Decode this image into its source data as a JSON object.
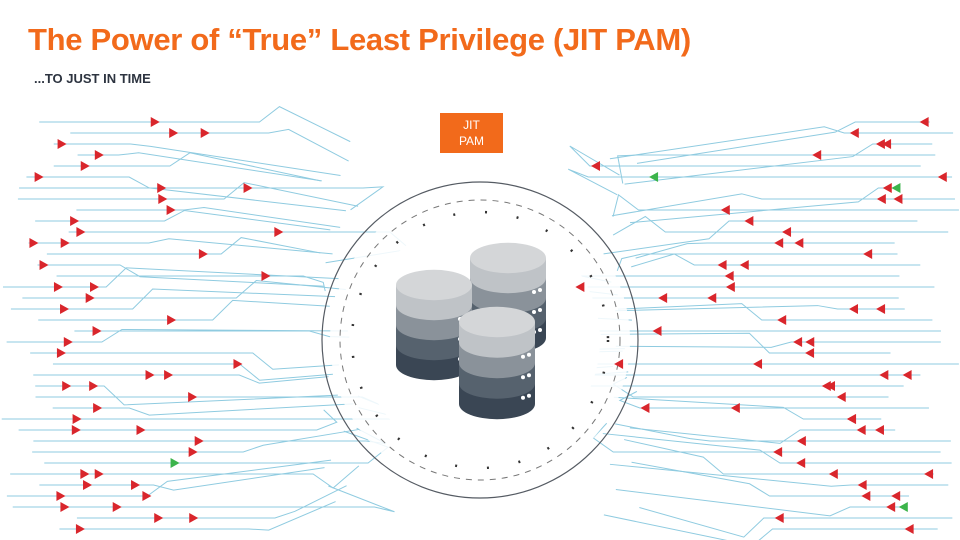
{
  "slide": {
    "title": "The Power of “True” Least Privilege (JIT PAM)",
    "subtitle": "...TO JUST IN TIME",
    "badge": {
      "line1": "JIT",
      "line2": "PAM"
    }
  },
  "colors": {
    "accent": "#f26a1b",
    "line": "#8fcbe0",
    "arrow_red": "#d9262c",
    "arrow_green": "#3cb44b",
    "ring": "#555b63"
  },
  "icons": [
    "database-icon",
    "arrow-right-icon",
    "arrow-left-icon"
  ]
}
